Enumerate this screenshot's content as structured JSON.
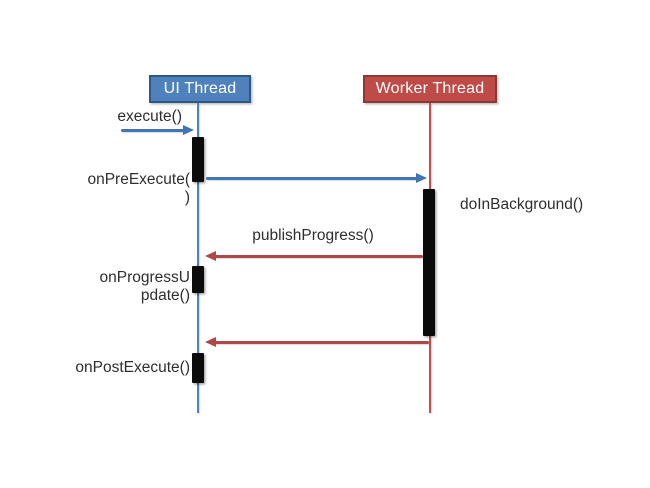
{
  "diagram": {
    "headers": {
      "ui": "UI Thread",
      "worker": "Worker Thread"
    },
    "messages": {
      "execute": "execute()",
      "on_pre_execute": "onPreExecute(\n)",
      "do_in_background": "doInBackground()",
      "publish_progress": "publishProgress()",
      "on_progress_update": "onProgressU\npdate()",
      "on_post_execute": "onPostExecute()"
    },
    "colors": {
      "ui_fill": "#4F81BD",
      "ui_border": "#2E5984",
      "ui_line": "#4F81BD",
      "worker_fill": "#BE4B48",
      "worker_border": "#8C3836",
      "worker_line": "#C0504D",
      "arrow_blue": "#4175B4",
      "arrow_red": "#B04745",
      "activation": "#0B0B0B",
      "text": "#2E2E2E",
      "header_text": "#FFFFFF"
    }
  }
}
